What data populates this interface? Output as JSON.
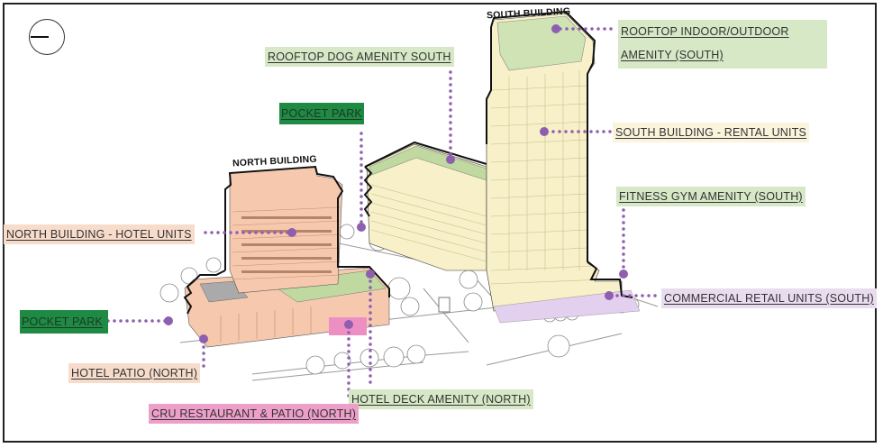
{
  "diagram": {
    "compass": {
      "icon": "north-arrow-icon"
    },
    "buildings": {
      "south": {
        "title": "SOUTH BUILDING",
        "color": "#f7f0c8"
      },
      "north": {
        "title": "NORTH BUILDING",
        "color": "#f6c9ae"
      }
    },
    "colors": {
      "leader": "#8e5fae",
      "green_label": "#d6e8c6",
      "dark_green_label": "#1f8a44",
      "cream_label": "#faf4dc",
      "peach_label": "#f8dccb",
      "lilac_label": "#e9dcef",
      "pink_label": "#ee9fc9"
    },
    "labels": {
      "rooftop_indoor_line1": "ROOFTOP INDOOR/OUTDOOR",
      "rooftop_indoor_line2": "AMENITY (SOUTH)",
      "rooftop_dog": "ROOFTOP DOG AMENITY SOUTH",
      "pocket_park_top": "POCKET PARK",
      "south_rental": "SOUTH BUILDING - RENTAL UNITS",
      "fitness_gym": "FITNESS GYM AMENITY (SOUTH)",
      "north_hotel": "NORTH BUILDING - HOTEL UNITS",
      "commercial_retail": "COMMERCIAL RETAIL UNITS (SOUTH)",
      "pocket_park_left": "POCKET PARK",
      "hotel_patio": "HOTEL PATIO (NORTH)",
      "hotel_deck": "HOTEL DECK AMENITY (NORTH)",
      "cru_restaurant": "CRU RESTAURANT & PATIO (NORTH)"
    }
  }
}
